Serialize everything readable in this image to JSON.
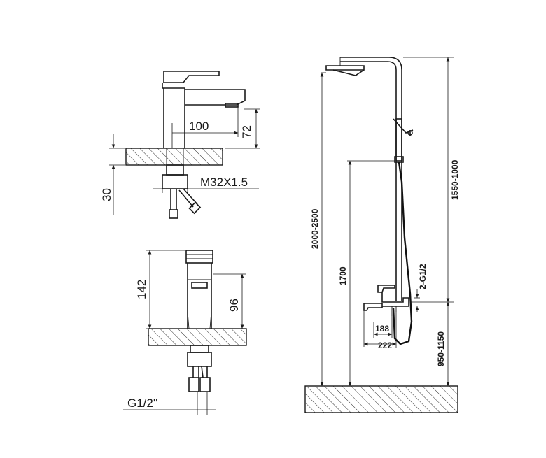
{
  "colors": {
    "line": "#1a1a1a",
    "background": "#ffffff"
  },
  "basin_faucet_side": {
    "dim_spout_reach": "100",
    "dim_spout_height": "72",
    "dim_countertop": "30",
    "dim_thread": "M32X1.5"
  },
  "basin_faucet_front": {
    "dim_total_height": "142",
    "dim_body_height": "96",
    "dim_hose_thread": "G1/2''"
  },
  "shower_column": {
    "dim_overall_height": "2000-2500",
    "dim_column_adjust": "1550-1000",
    "dim_holder_height": "1700",
    "dim_inlet": "2-G1/2",
    "dim_mixer_height": "950-1150",
    "dim_spout_188": "188",
    "dim_spout_222": "222"
  }
}
